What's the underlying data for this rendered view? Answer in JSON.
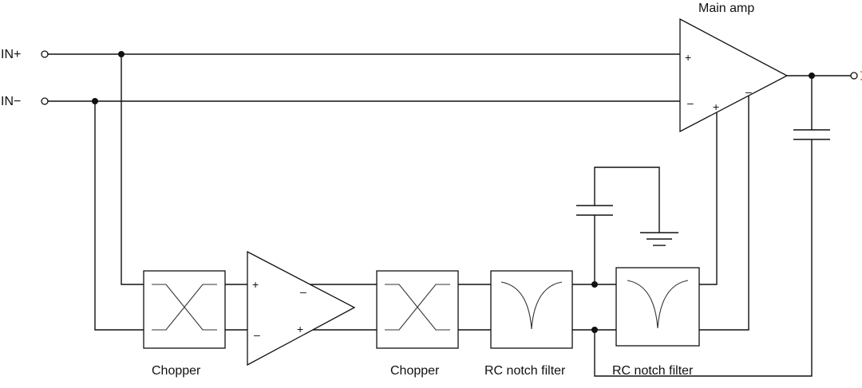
{
  "labels": {
    "in_plus": "IN+",
    "in_minus": "IN−",
    "main_amp": "Main amp",
    "chopper_1": "Chopper",
    "chopper_2": "Chopper",
    "notch_1": "RC notch filter",
    "notch_2": "RC notch filter"
  },
  "signs": {
    "plus": "+",
    "minus": "–"
  },
  "colors": {
    "line": "#111111",
    "output_terminal": "#e07020"
  }
}
